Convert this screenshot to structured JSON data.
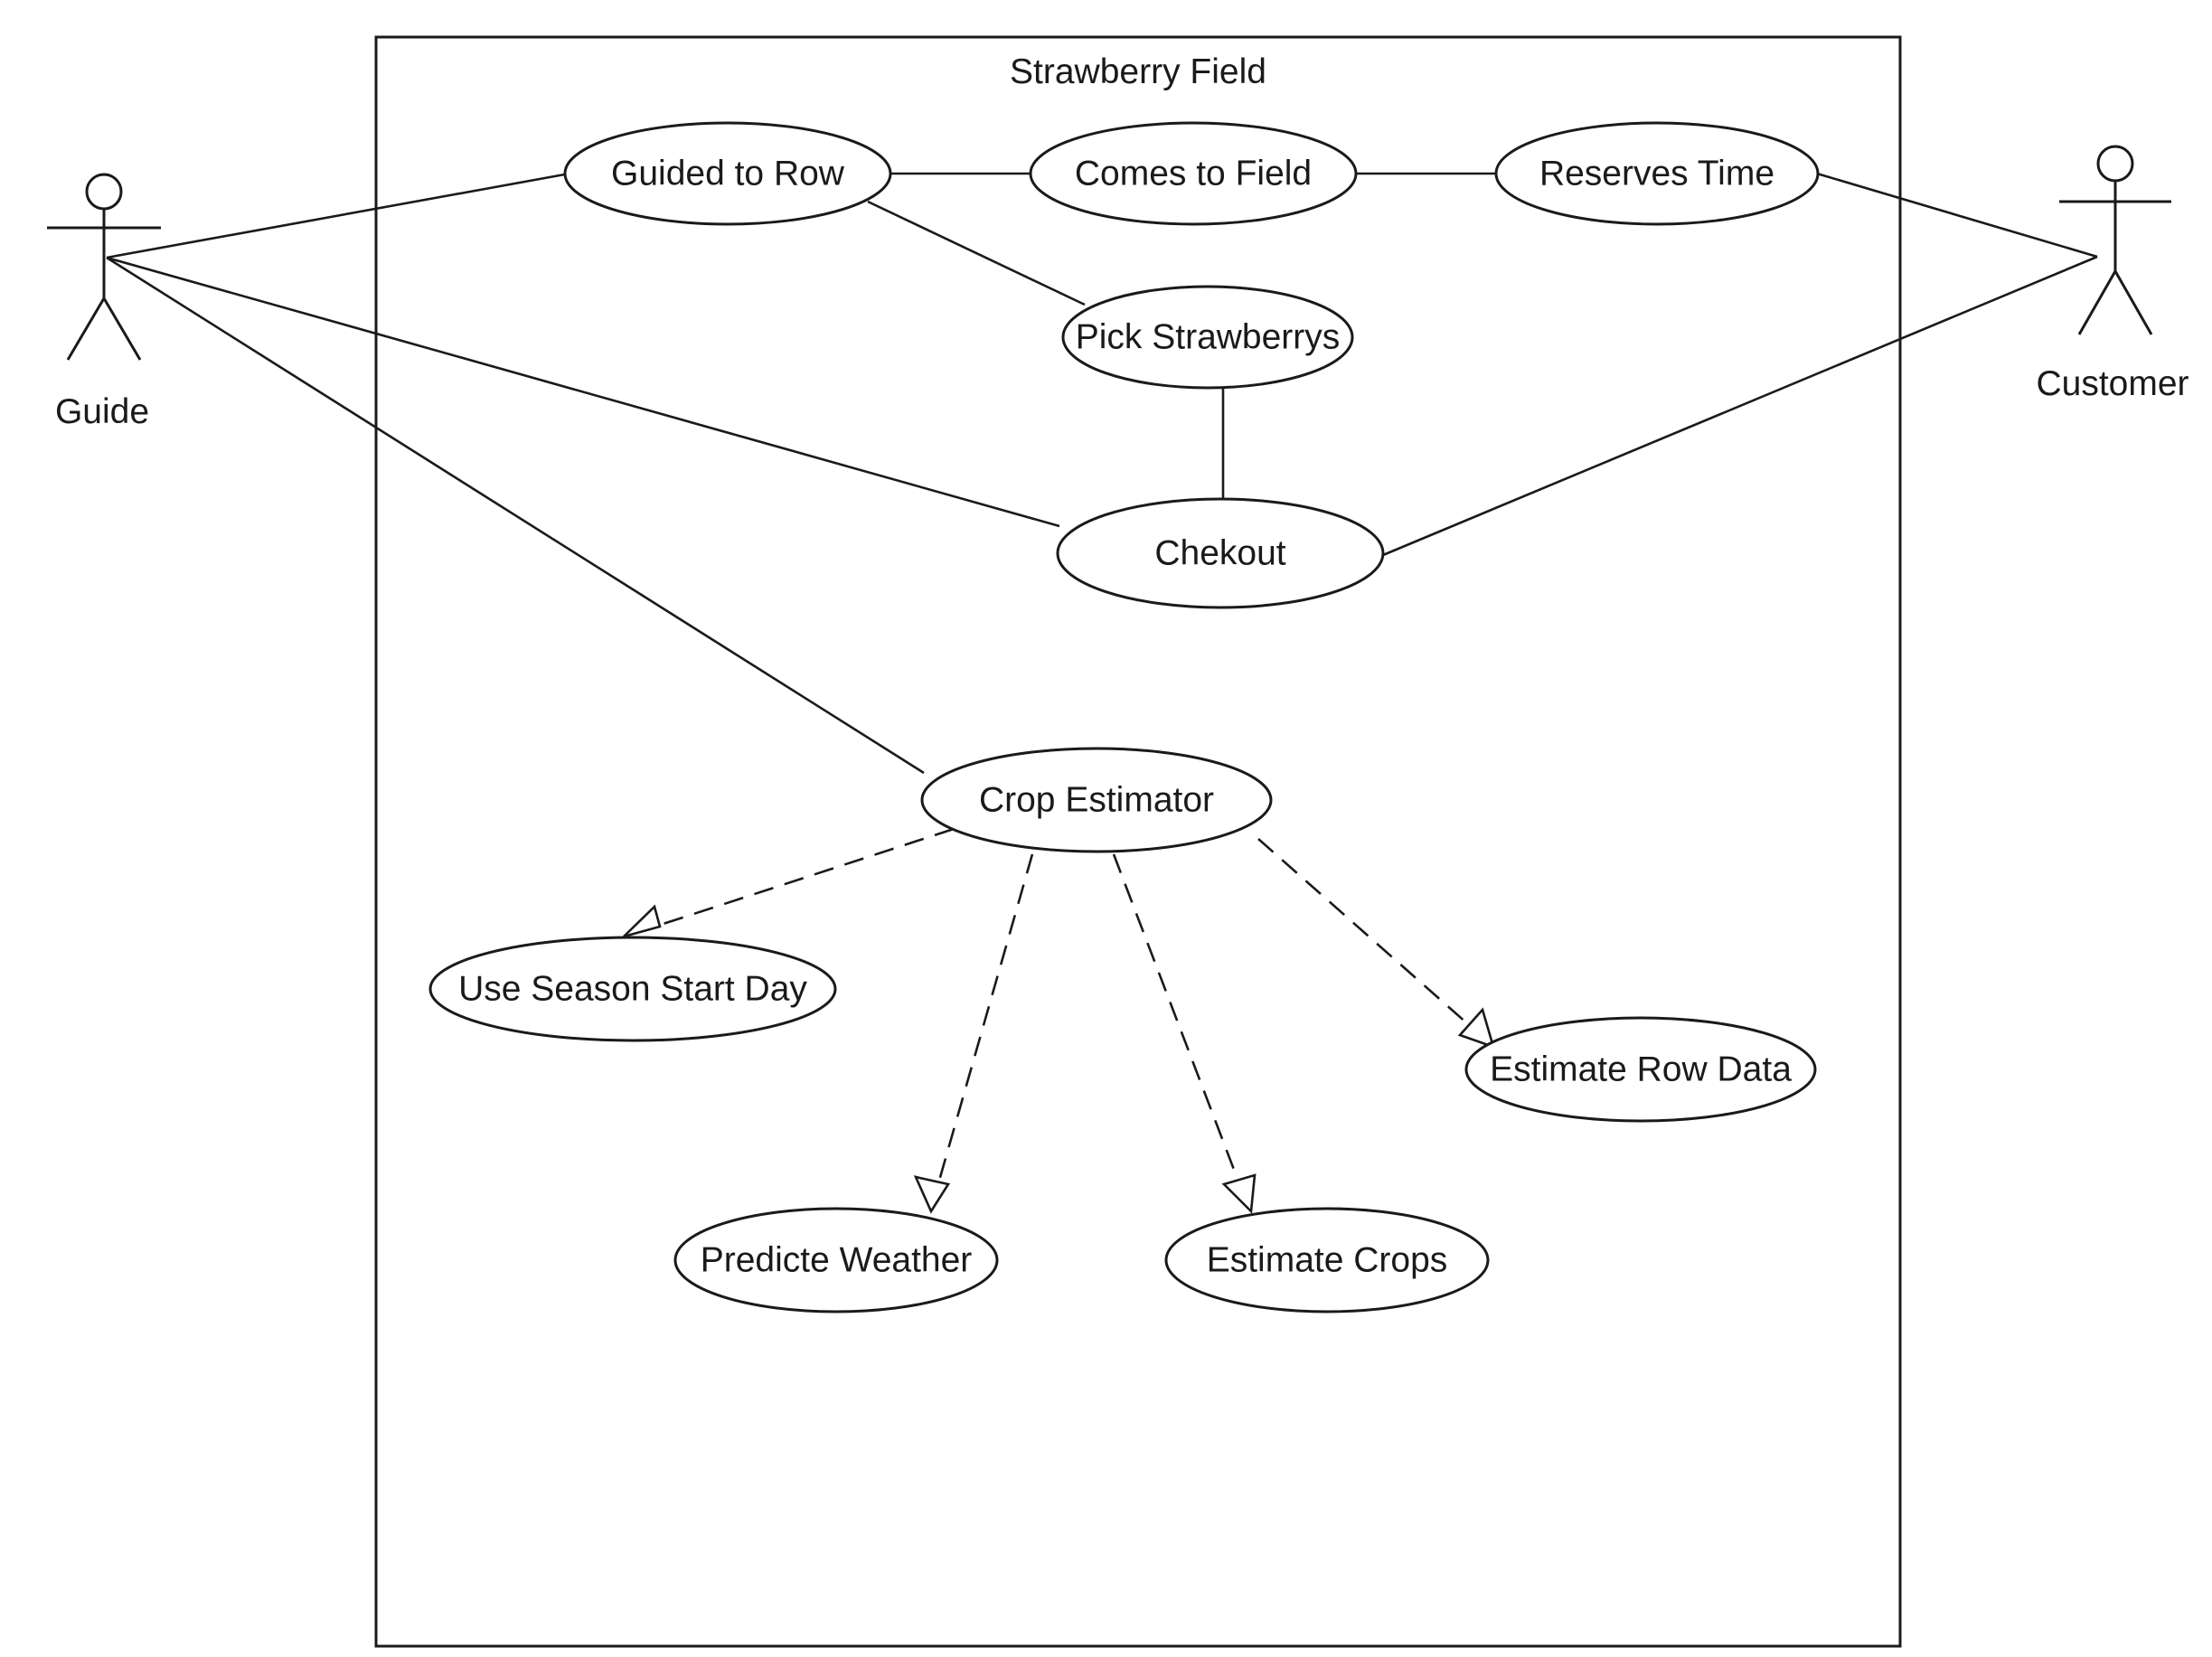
{
  "diagram": {
    "system_boundary": {
      "title": "Strawberry Field"
    },
    "actors": [
      {
        "id": "guide",
        "name": "Guide"
      },
      {
        "id": "customer",
        "name": "Customer"
      }
    ],
    "use_cases": [
      {
        "id": "guided_to_row",
        "label": "Guided to Row"
      },
      {
        "id": "comes_to_field",
        "label": "Comes to Field"
      },
      {
        "id": "reserves_time",
        "label": "Reserves Time"
      },
      {
        "id": "pick_strawberrys",
        "label": "Pick Strawberrys"
      },
      {
        "id": "chekout",
        "label": "Chekout"
      },
      {
        "id": "crop_estimator",
        "label": "Crop Estimator"
      },
      {
        "id": "use_season_start_day",
        "label": "Use Season Start Day"
      },
      {
        "id": "estimate_row_data",
        "label": "Estimate Row Data"
      },
      {
        "id": "predicte_weather",
        "label": "Predicte Weather"
      },
      {
        "id": "estimate_crops",
        "label": "Estimate Crops"
      }
    ],
    "associations": [
      {
        "from": "guide",
        "to": "guided_to_row"
      },
      {
        "from": "guide",
        "to": "chekout"
      },
      {
        "from": "guide",
        "to": "crop_estimator"
      },
      {
        "from": "guided_to_row",
        "to": "comes_to_field"
      },
      {
        "from": "comes_to_field",
        "to": "reserves_time"
      },
      {
        "from": "guided_to_row",
        "to": "pick_strawberrys"
      },
      {
        "from": "pick_strawberrys",
        "to": "chekout"
      },
      {
        "from": "reserves_time",
        "to": "customer"
      },
      {
        "from": "chekout",
        "to": "customer"
      }
    ],
    "dependencies": [
      {
        "from": "crop_estimator",
        "to": "use_season_start_day"
      },
      {
        "from": "crop_estimator",
        "to": "predicte_weather"
      },
      {
        "from": "crop_estimator",
        "to": "estimate_crops"
      },
      {
        "from": "crop_estimator",
        "to": "estimate_row_data"
      }
    ]
  }
}
